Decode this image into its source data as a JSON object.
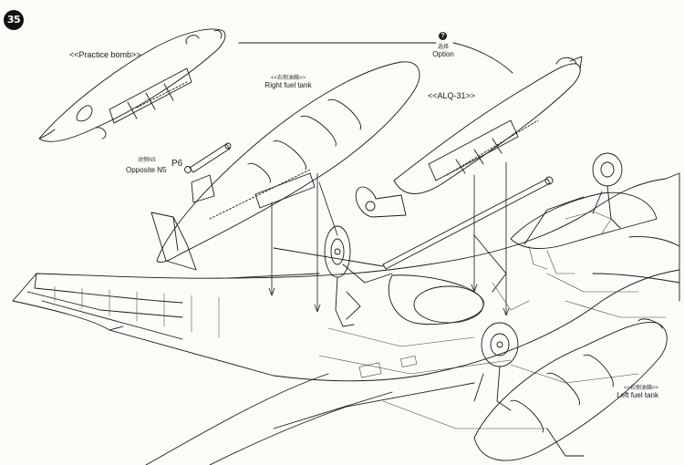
{
  "step_number": "35",
  "labels": {
    "practice_bomb": "<<Practice bomb>>",
    "right_fuel_tank_cn": "<<右侧油箱>>",
    "right_fuel_tank_en": "Right fuel tank",
    "alq31": "<<ALQ-31>>",
    "option_cn": "选择",
    "option_en": "Option",
    "opposite_cn": "对侧N5",
    "opposite_en": "Opposite N5",
    "part_p6": "P6",
    "left_fuel_tank_cn": "<<右侧油箱>>",
    "left_fuel_tank_en": "Left fuel tank"
  },
  "icons": {
    "option": "question-mark-icon"
  },
  "colors": {
    "background": "#fbfbf8",
    "line": "#1a1a1a",
    "hatch": "#555555"
  }
}
